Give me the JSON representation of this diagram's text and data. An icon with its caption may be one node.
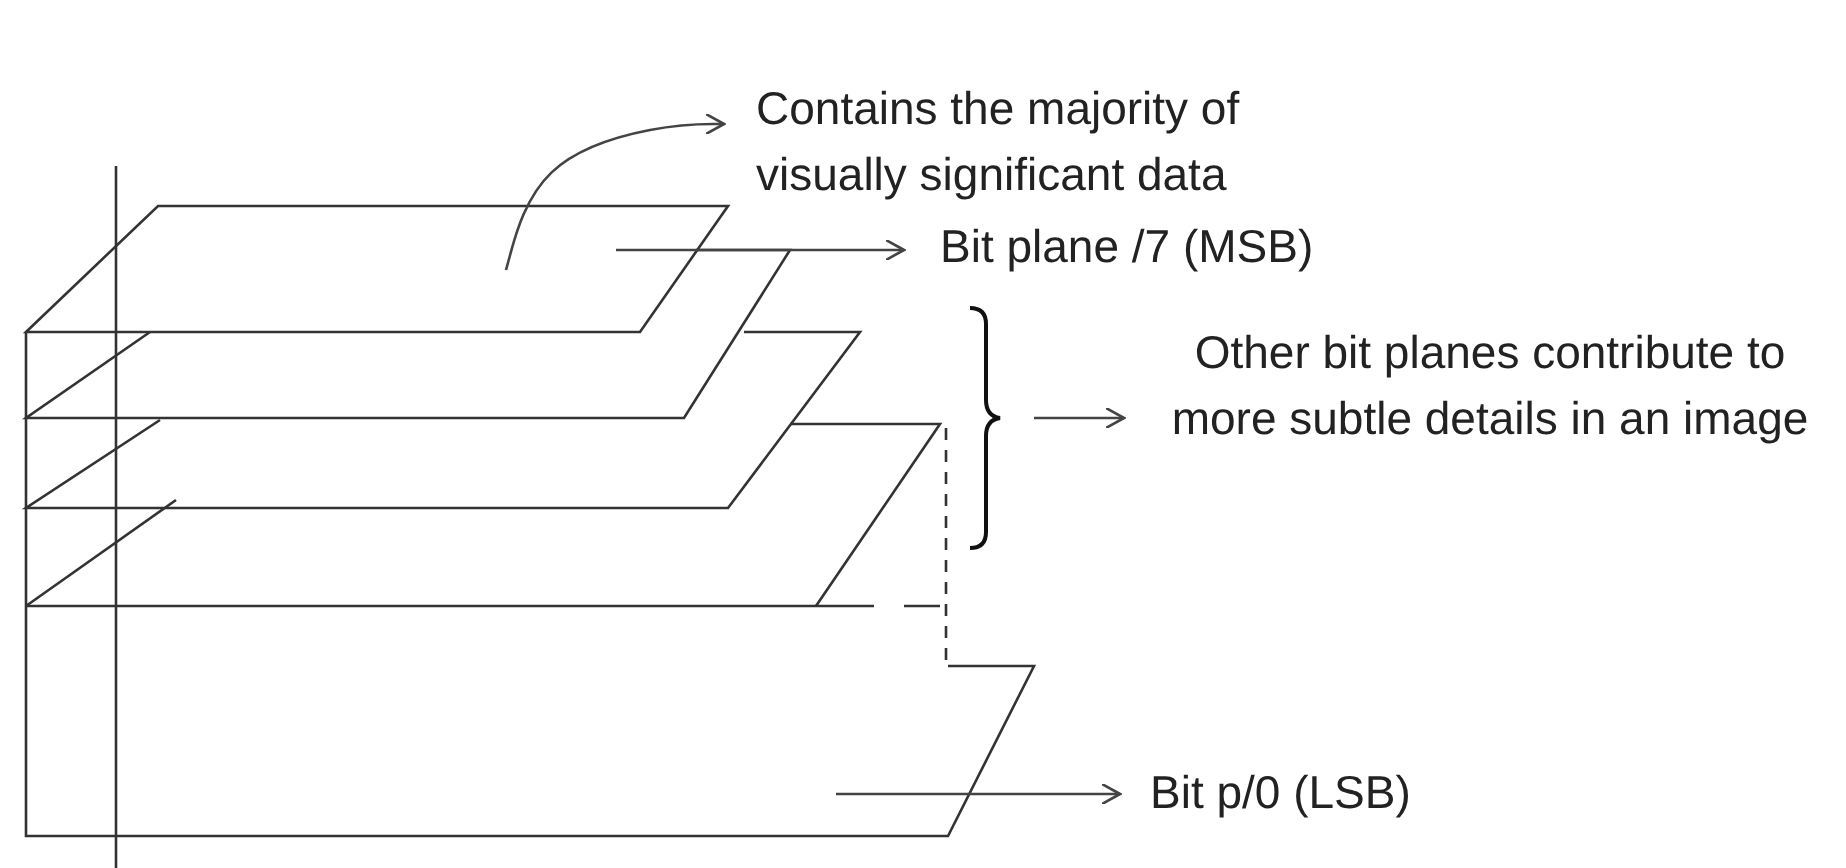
{
  "diagram": {
    "nodes": [
      {
        "text": [
          "Contains the majority of visually significant data"
        ]
      },
      {
        "text": [
          "Bit plane /7 (MSB)"
        ]
      },
      {
        "text": [
          "Other bit planes contribute to more subtle details in an image"
        ]
      },
      {
        "text": [
          "Bit p/0 (LSB)"
        ]
      },
      {
        "text": [],
        "shape": "parallelogram"
      },
      {
        "text": [],
        "shape": "box"
      }
    ],
    "edges": [
      {
        "from": 4,
        "to": 0,
        "arrow": "to"
      },
      {
        "from": 4,
        "to": 1,
        "arrow": "to"
      },
      {
        "from": null,
        "to": 2,
        "arrow": "to"
      },
      {
        "from": 5,
        "to": 3,
        "arrow": "to"
      }
    ]
  }
}
